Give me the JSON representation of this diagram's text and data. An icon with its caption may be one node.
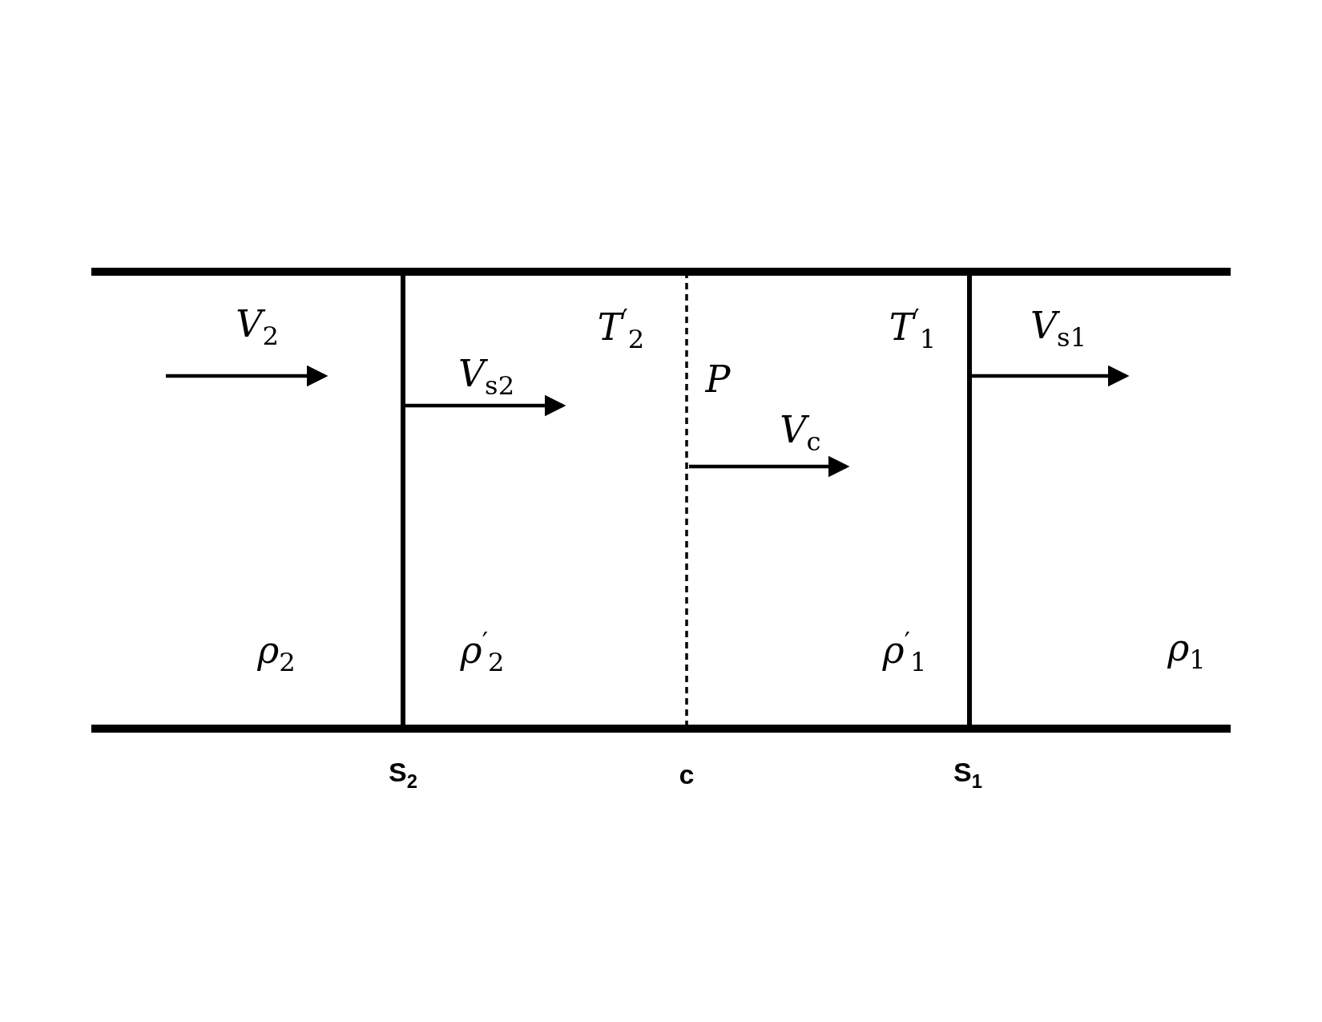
{
  "diagram": {
    "labels": [
      "*V*$_{2}$",
      "*T*$^{′}$$_{2}$",
      "*T*$^{′}$$_{1}$",
      "*V*$_{s1}$",
      "*V*$_{s2}$",
      "*P*",
      "*V*$_{c}$",
      "*ρ*$_{2}$",
      "*ρ*$^{′}$$_{2}$",
      "*ρ*$^{′}$$_{1}$",
      "*ρ*$_{1}$",
      "S$_{2}$",
      "c",
      "S$_{1}$"
    ]
  }
}
